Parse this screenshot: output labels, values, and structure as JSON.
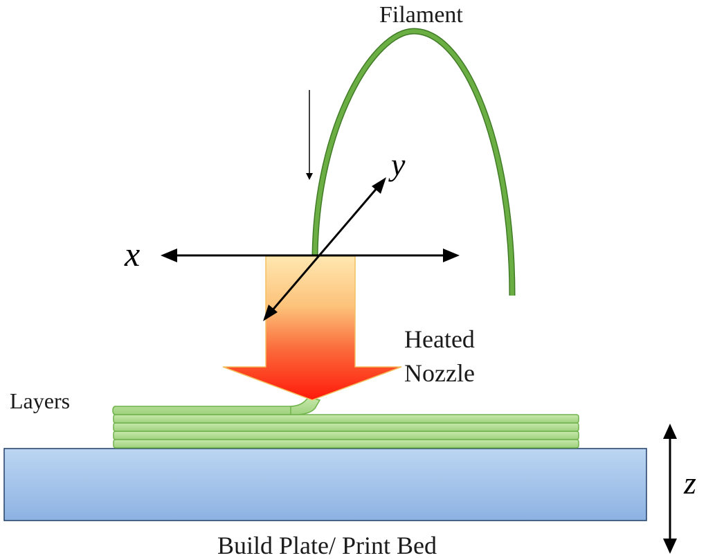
{
  "labels": {
    "filament": "Filament",
    "heated_nozzle_line1": "Heated",
    "heated_nozzle_line2": "Nozzle",
    "layers": "Layers",
    "build_plate": "Build Plate/ Print Bed"
  },
  "axes": {
    "x": "x",
    "y": "y",
    "z": "z"
  },
  "colors": {
    "filament": "#5a9e3a",
    "layer_fill": "#a9d88a",
    "layer_stroke": "#6fb24a",
    "bed_top": "#b9d3f0",
    "bed_bottom": "#8fb3e3",
    "nozzle_top": "#ffe2a3",
    "nozzle_bottom": "#ff2a10"
  }
}
